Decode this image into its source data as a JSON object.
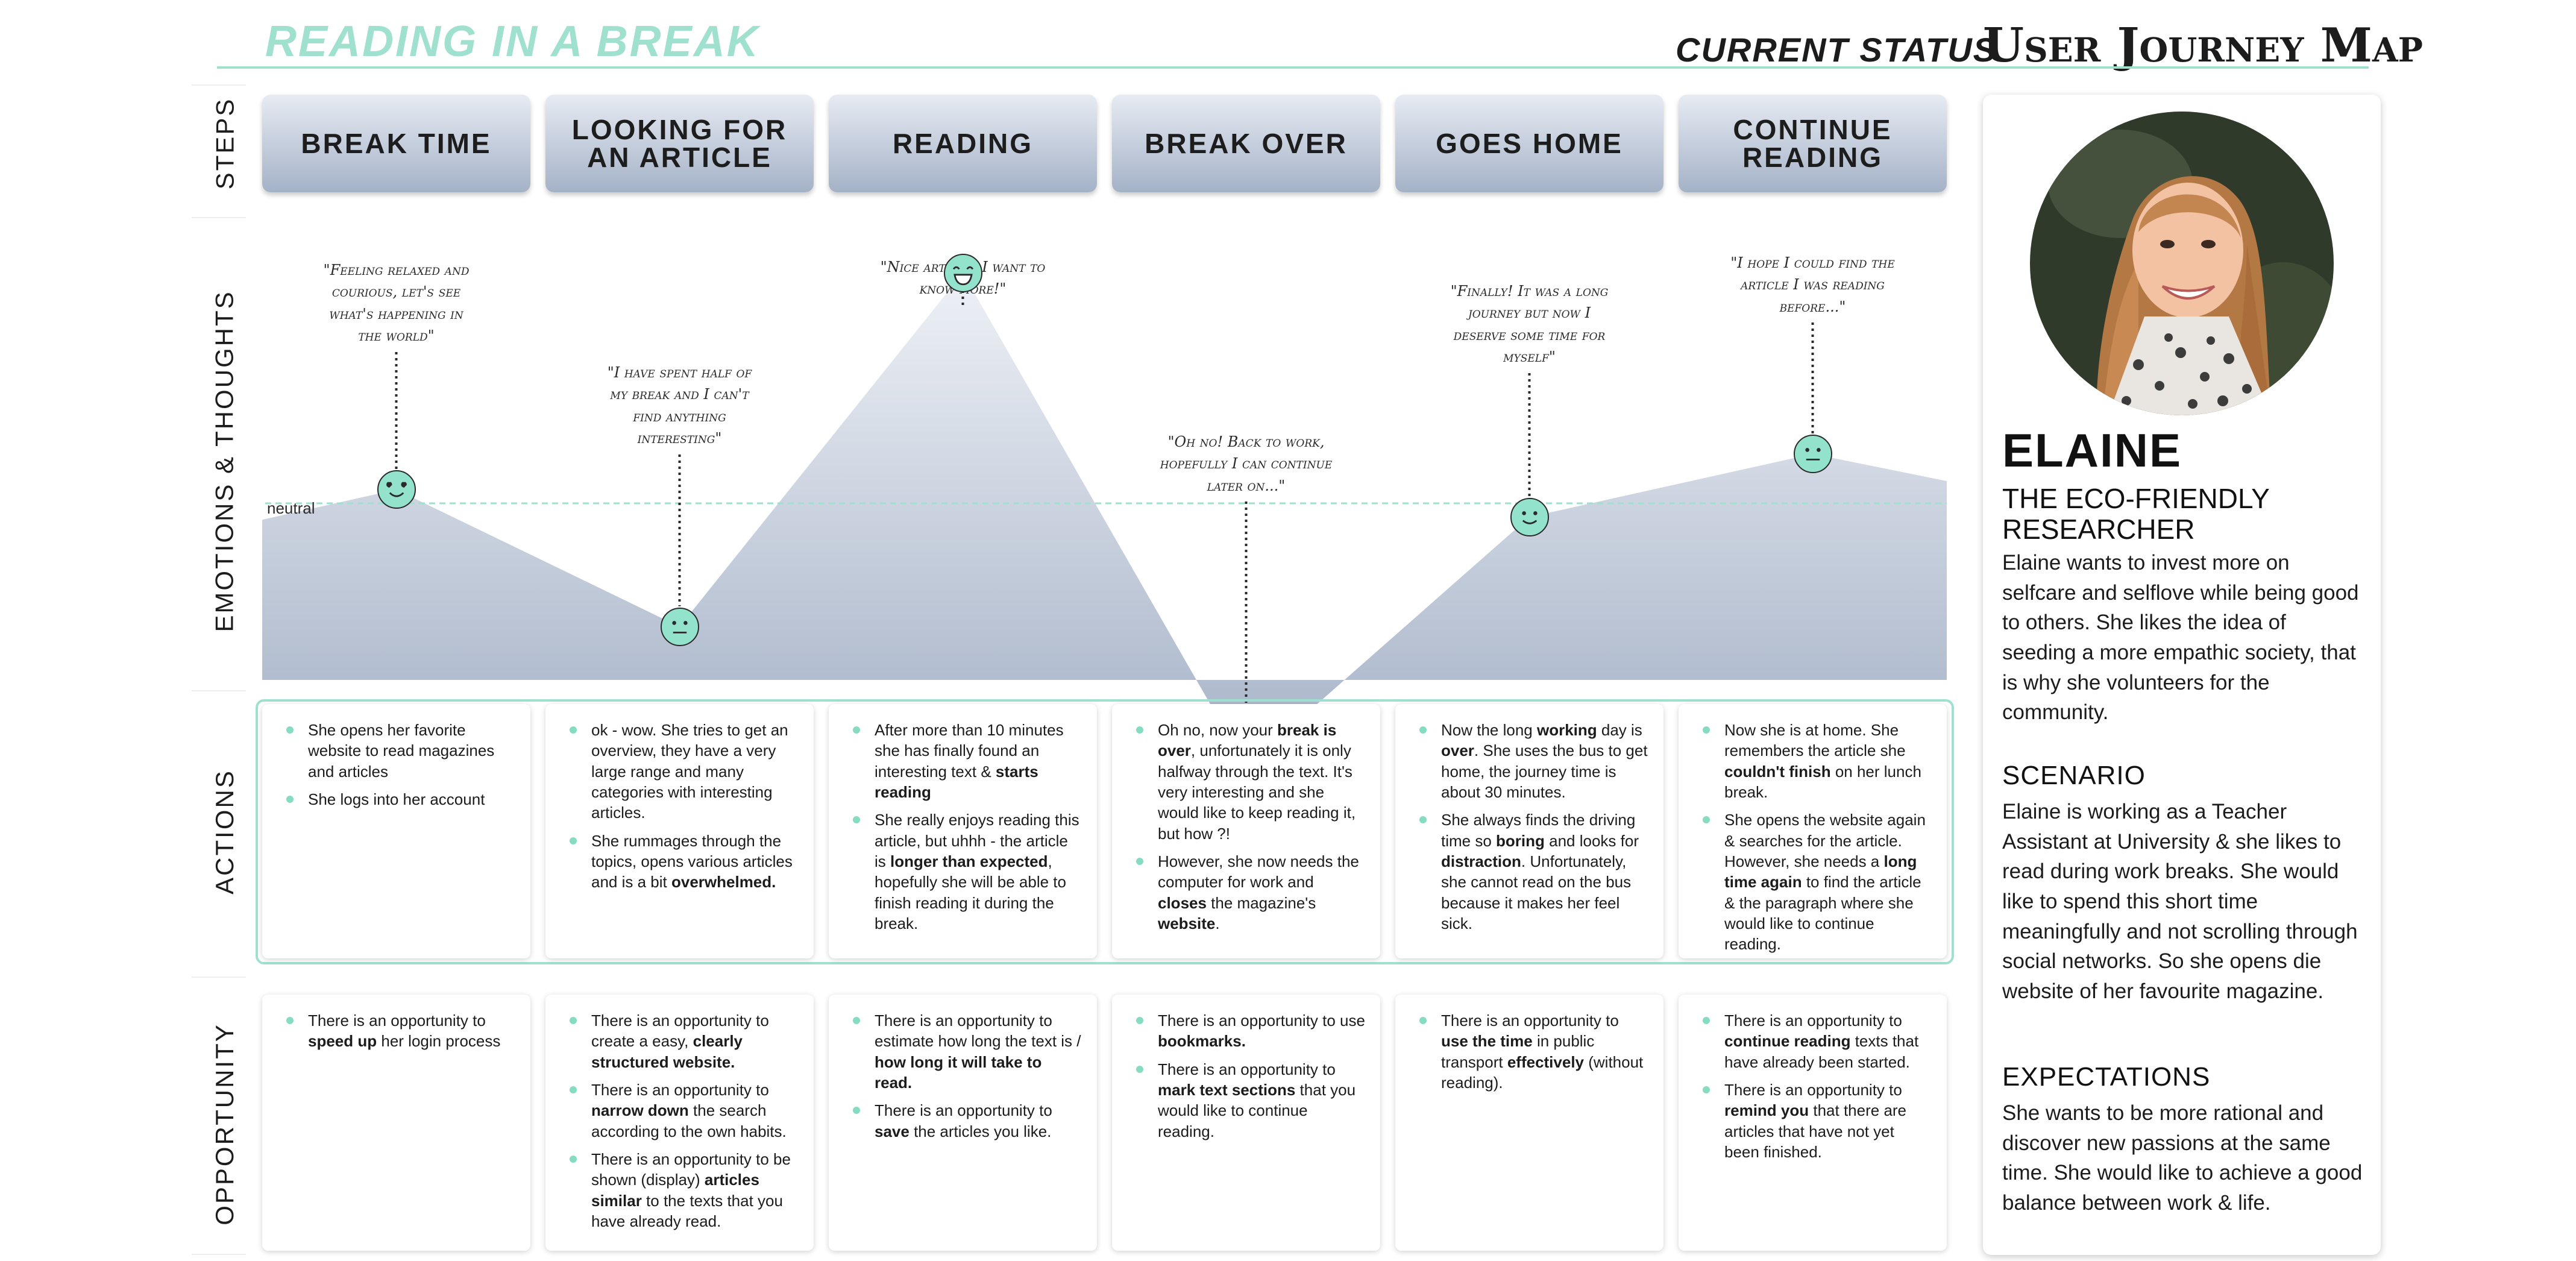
{
  "header": {
    "title": "READING IN A BREAK",
    "status": "CURRENT STATUS",
    "map_title": "User Journey Map"
  },
  "row_labels": {
    "steps": "STEPS",
    "emotions": "EMOTIONS & THOUGHTS",
    "actions": "ACTIONS",
    "opportunity": "OPPORTUNITY"
  },
  "steps": [
    "BREAK TIME",
    "LOOKING FOR AN ARTICLE",
    "READING",
    "BREAK OVER",
    "GOES HOME",
    "CONTINUE READING"
  ],
  "emotions": {
    "neutral_label": "neutral",
    "points": [
      {
        "mood": "in-love",
        "level": 0.05,
        "quote": "\"Feeling relaxed and courious, let's see what's happening in the world\""
      },
      {
        "mood": "neutral",
        "level": -0.45,
        "quote": "\"I have spent half of my break and I can't find anything interesting\""
      },
      {
        "mood": "very-happy",
        "level": 0.84,
        "quote": "\"Nice article! I want to know more!\""
      },
      {
        "mood": "sad",
        "level": -0.96,
        "quote": "\"Oh no! Back to work, hopefully I can continue later on...\""
      },
      {
        "mood": "smile",
        "level": -0.05,
        "quote": "\"Finally! It was a long journey but now I deserve some time for myself\""
      },
      {
        "mood": "neutral",
        "level": 0.18,
        "quote": "\"I hope I could find the article I was reading before...\""
      }
    ]
  },
  "actions": [
    [
      "She opens her favorite website to read magazines and articles",
      "She logs into her account"
    ],
    [
      "ok - wow. She tries to get an overview, they have a very large range and many categories with interesting articles.",
      "She rummages through the topics, opens various articles and is a bit <b>overwhelmed.</b>"
    ],
    [
      "After more than 10 minutes she has finally found an interesting text & <b>starts reading</b>",
      "She really enjoys reading this article, but uhhh - the article is <b>longer than expected</b>, hopefully she will be able to finish reading it during the break."
    ],
    [
      "Oh no, now your <b>break is over</b>, unfortunately it is only halfway through the text. It's very interesting and she would like to keep reading it, but how ?!",
      "However, she now needs the computer for work and <b>closes</b> the magazine's <b>website</b>."
    ],
    [
      "Now the long <b>working</b> day is <b>over</b>. She uses the bus to get home, the journey time is about 30 minutes.",
      "She always finds the driving time so <b>boring</b> and looks for <b>distraction</b>. Unfortunately, she cannot read on the bus because it makes her feel sick."
    ],
    [
      "Now she is at home. She remembers the article she <b>couldn't finish</b> on her lunch break.",
      "She opens the website again & searches for the article. However, she needs a <b>long time again</b> to find the article & the paragraph where she would like to continue reading."
    ]
  ],
  "opportunities": [
    [
      "There is an opportunity to <b>speed up</b> her login process"
    ],
    [
      "There is an opportunity to create a easy, <b>clearly structured website.</b>",
      "There is an opportunity to <b>narrow down</b> the search according to the own habits.",
      "There is an opportunity to be shown (display) <b>articles similar</b> to the texts that you have already read."
    ],
    [
      "There is an opportunity to estimate how long the text is / <b>how long it will take to read.</b>",
      "There is an opportunity to <b>save</b> the articles you like."
    ],
    [
      "There is an opportunity to use <b>bookmarks.</b>",
      "There is an opportunity to <b>mark text sections</b> that you would like to continue reading."
    ],
    [
      "There is an opportunity to <b>use the time</b> in public transport <b>effectively</b> (without reading)."
    ],
    [
      "There is an opportunity to <b>continue reading</b> texts that have already been started.",
      "There is an opportunity to <b>remind you</b> that there are articles that have not yet been finished."
    ]
  ],
  "persona": {
    "name": "ELAINE",
    "role": "THE ECO-FRIENDLY RESEARCHER",
    "bio": "Elaine wants to invest more on selfcare and selflove while being good to others. She likes the idea of seeding a more empathic society, that is why she volunteers for the community.",
    "scenario_heading": "SCENARIO",
    "scenario": "Elaine is working as a Teacher Assistant at University & she  likes to read during work breaks. She would like to spend this short time meaningfully and not scrolling through social networks. So she opens die website of her favourite magazine.",
    "expectations_heading": "EXPECTATIONS",
    "expectations": "She wants to be more rational and discover new passions at the same time. She would like to achieve a good balance between work & life."
  },
  "colors": {
    "accent": "#9fe0cf",
    "face": "#93e2cc",
    "step_top": "#e7ebf3",
    "step_bottom": "#a4b2c7",
    "area": "#a5b2c7"
  }
}
